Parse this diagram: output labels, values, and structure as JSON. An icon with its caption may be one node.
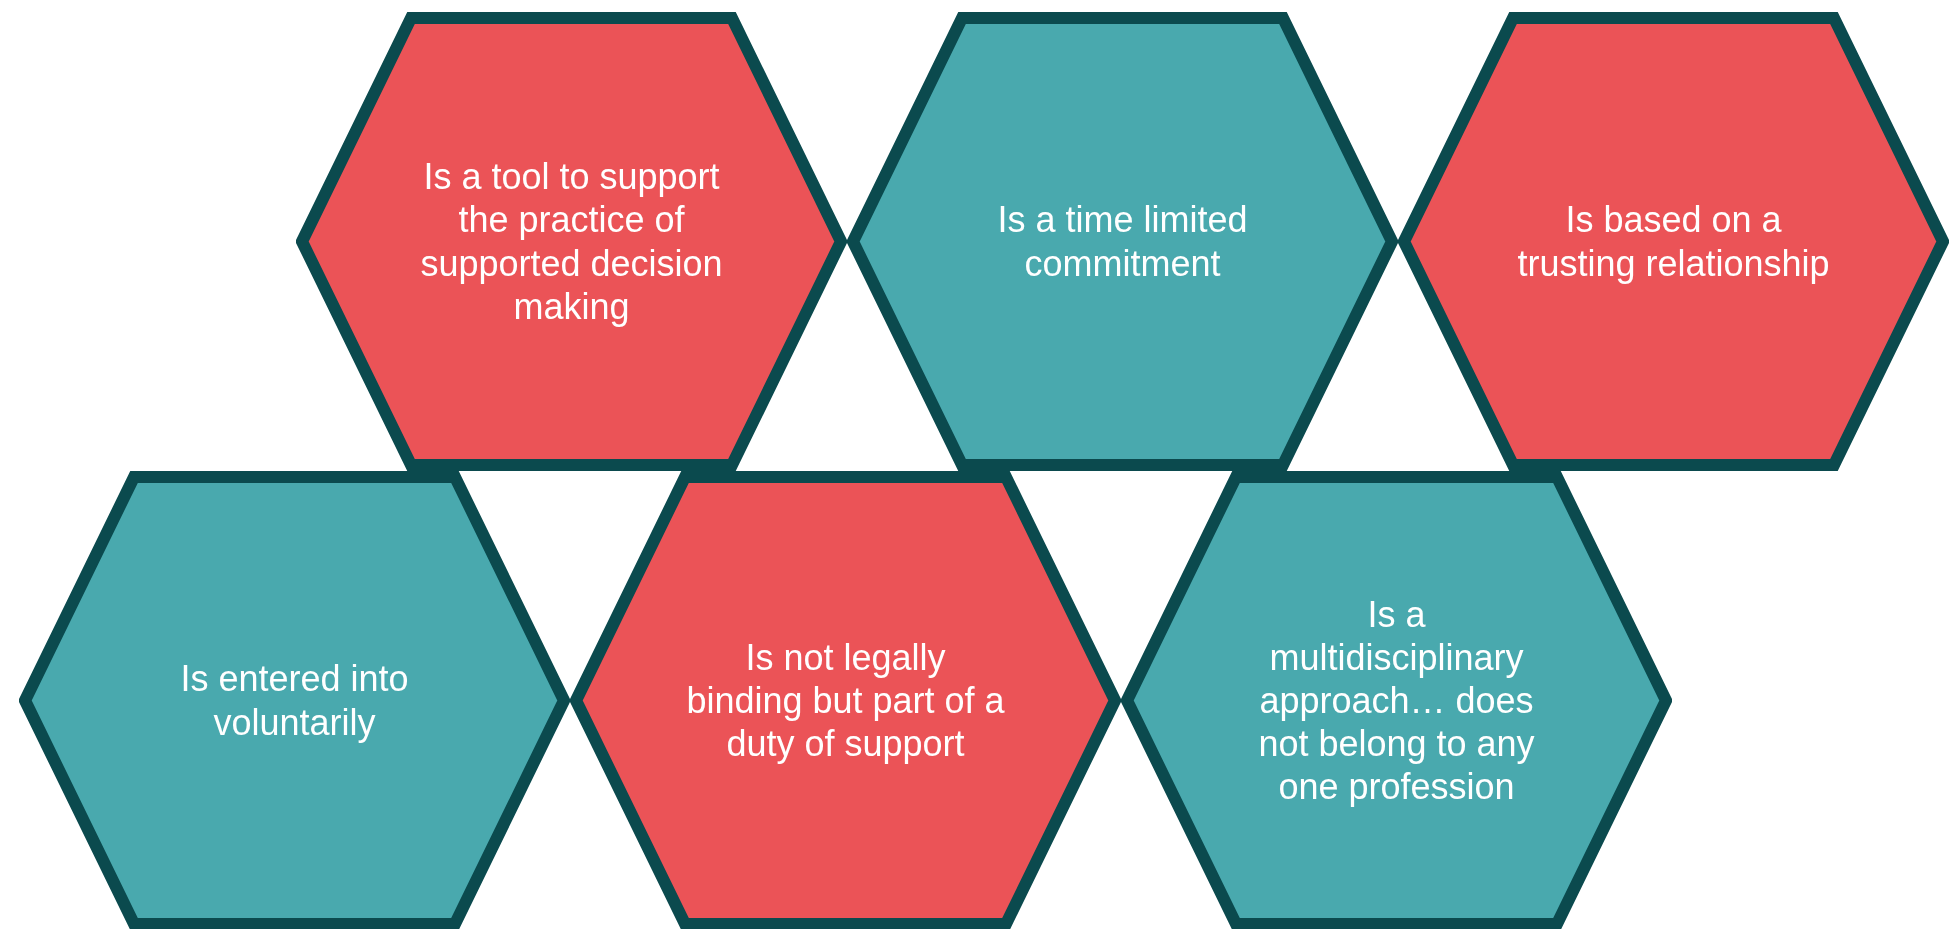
{
  "diagram": {
    "nodes": [
      {
        "text": [
          "Is a tool to support the practice of supported decision making"
        ]
      },
      {
        "text": [
          "Is a time limited commitment"
        ]
      },
      {
        "text": [
          "Is based on a trusting relationship"
        ]
      },
      {
        "text": [
          "Is entered into voluntarily"
        ]
      },
      {
        "text": [
          "Is not legally binding but part of a duty of support"
        ]
      },
      {
        "text": [
          "Is a multidisciplinary approach… does not belong to any one profession"
        ]
      }
    ]
  }
}
